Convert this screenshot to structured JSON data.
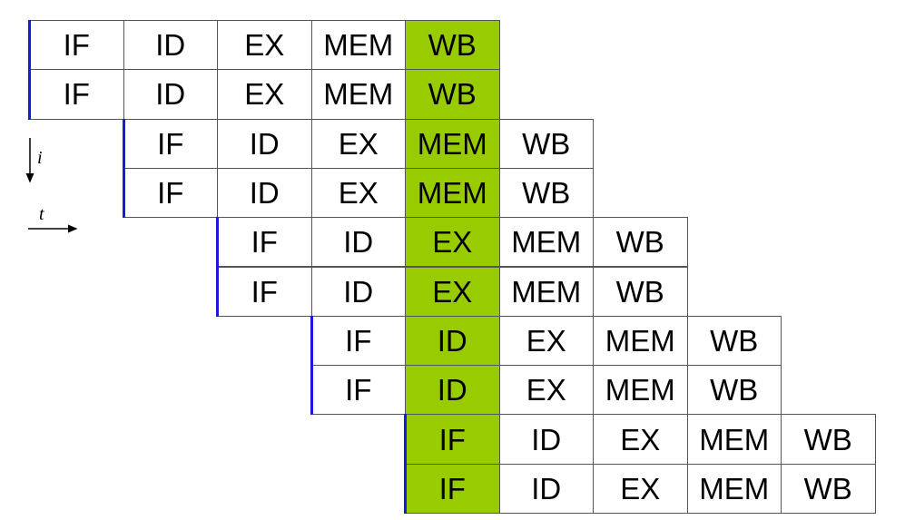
{
  "pipeline": {
    "stages": [
      "IF",
      "ID",
      "EX",
      "MEM",
      "WB"
    ],
    "instructions_per_group": 2,
    "group_count": 5,
    "highlight_column": 4,
    "highlight_color": "#99cc00",
    "start_marker_color": "#1a1adb"
  },
  "axes": {
    "instruction_label": "i",
    "time_label": "t"
  }
}
